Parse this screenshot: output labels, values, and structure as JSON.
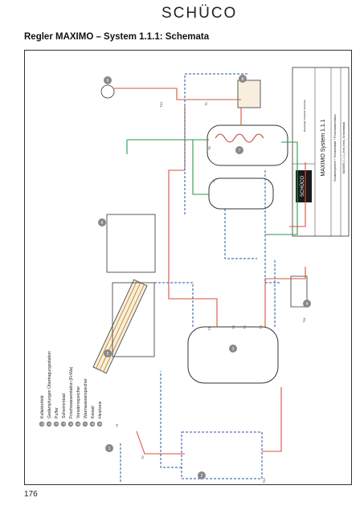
{
  "header": {
    "logo_text": "SCHÜCO",
    "page_title": "Regler MAXIMO – System 1.1.1: Schemata"
  },
  "legend": [
    {
      "num": "1",
      "label": "Kollektorfeld"
    },
    {
      "num": "2",
      "label": "Gedämpfungen Übertragungsstation"
    },
    {
      "num": "3",
      "label": "Puffer"
    },
    {
      "num": "4",
      "label": "Schwimmbad"
    },
    {
      "num": "5",
      "label": "Frischwasserstation (FriWa)"
    },
    {
      "num": "6",
      "label": "Vorwärmspeicher"
    },
    {
      "num": "7",
      "label": "Warmwasserspeicher"
    },
    {
      "num": "8",
      "label": "Kessel"
    },
    {
      "num": "9",
      "label": "Heizkreis"
    }
  ],
  "title_block": {
    "system_name": "MAXIMO System 1.1.1",
    "description": "Vorwärmspeicher + Schwimmbad + Frischwasserstation",
    "file_ref": "MAXIMO_1.1.1_ohne_Kess_Schwimmbad",
    "note": "Bauseitige Hinweise beachten"
  },
  "sensor_labels": [
    "T1",
    "T2",
    "T3",
    "T4",
    "T5",
    "T6",
    "T7",
    "T8",
    "T9",
    "T10",
    "T11",
    "T12"
  ],
  "footer": {
    "page_number": "176"
  }
}
